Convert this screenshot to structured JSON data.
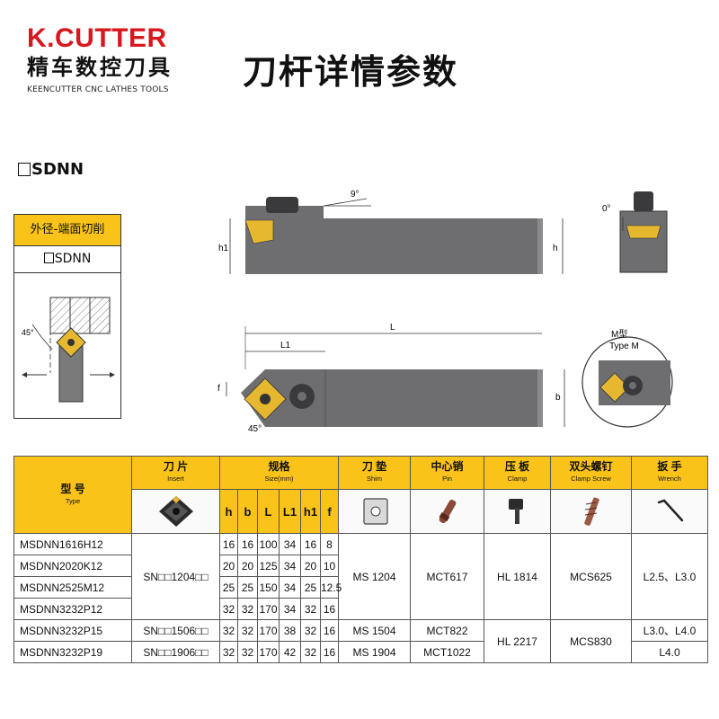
{
  "brand": {
    "logo": "K.CUTTER",
    "name_cn": "精车数控刀具",
    "name_en": "KEENCUTTER CNC LATHES TOOLS"
  },
  "page_title": "刀杆详情参数",
  "section_title": "SDNN",
  "application": {
    "label": "外径-端面切削",
    "holder": "SDNN",
    "angle": "45°"
  },
  "drawing": {
    "side_angle": "9°",
    "end_angle": "0°",
    "approach_angle": "45°",
    "dims": {
      "h1": "h1",
      "h": "h",
      "L": "L",
      "L1": "L1",
      "f": "f",
      "b": "b"
    },
    "clamp_type_cn": "M型",
    "clamp_type_en": "Type M"
  },
  "colors": {
    "accent": "#f9c31a",
    "brand_red": "#d7181f",
    "holder_body": "#6e6e70",
    "insert_gold": "#e6b830"
  },
  "table": {
    "headers": {
      "type_cn": "型 号",
      "type_en": "Type",
      "insert_cn": "刀 片",
      "insert_en": "Insert",
      "size_cn": "规格",
      "size_en": "Size(mm)",
      "shim_cn": "刀 垫",
      "shim_en": "Shim",
      "pin_cn": "中心销",
      "pin_en": "Pin",
      "clamp_cn": "压 板",
      "clamp_en": "Clamp",
      "screw_cn": "双头螺钉",
      "screw_en": "Clamp Screw",
      "wrench_cn": "扳 手",
      "wrench_en": "Wrench"
    },
    "size_cols": [
      "h",
      "b",
      "L",
      "L1",
      "h1",
      "f"
    ],
    "part_icons": [
      "insert-icon",
      "shim-icon",
      "pin-icon",
      "clamp-icon",
      "clamp-screw-icon",
      "wrench-icon"
    ],
    "rows": [
      {
        "type": "MSDNN1616H12",
        "h": "16",
        "b": "16",
        "L": "100",
        "L1": "34",
        "h1": "16",
        "f": "8"
      },
      {
        "type": "MSDNN2020K12",
        "h": "20",
        "b": "20",
        "L": "125",
        "L1": "34",
        "h1": "20",
        "f": "10"
      },
      {
        "type": "MSDNN2525M12",
        "h": "25",
        "b": "25",
        "L": "150",
        "L1": "34",
        "h1": "25",
        "f": "12.5"
      },
      {
        "type": "MSDNN3232P12",
        "h": "32",
        "b": "32",
        "L": "170",
        "L1": "34",
        "h1": "32",
        "f": "16"
      },
      {
        "type": "MSDNN3232P15",
        "h": "32",
        "b": "32",
        "L": "170",
        "L1": "38",
        "h1": "32",
        "f": "16"
      },
      {
        "type": "MSDNN3232P19",
        "h": "32",
        "b": "32",
        "L": "170",
        "L1": "42",
        "h1": "32",
        "f": "16"
      }
    ],
    "insert_groups": [
      "SN□□1204□□",
      "SN□□1506□□",
      "SN□□1906□□"
    ],
    "shim_groups": [
      "MS 1204",
      "MS 1504",
      "MS 1904"
    ],
    "pin_groups": [
      "MCT617",
      "MCT822",
      "MCT1022"
    ],
    "clamp_groups": [
      "HL 1814",
      "HL 2217"
    ],
    "screw_groups": [
      "MCS625",
      "MCS830"
    ],
    "wrench_groups": [
      "L2.5、L3.0",
      "L3.0、L4.0",
      "L4.0"
    ]
  }
}
